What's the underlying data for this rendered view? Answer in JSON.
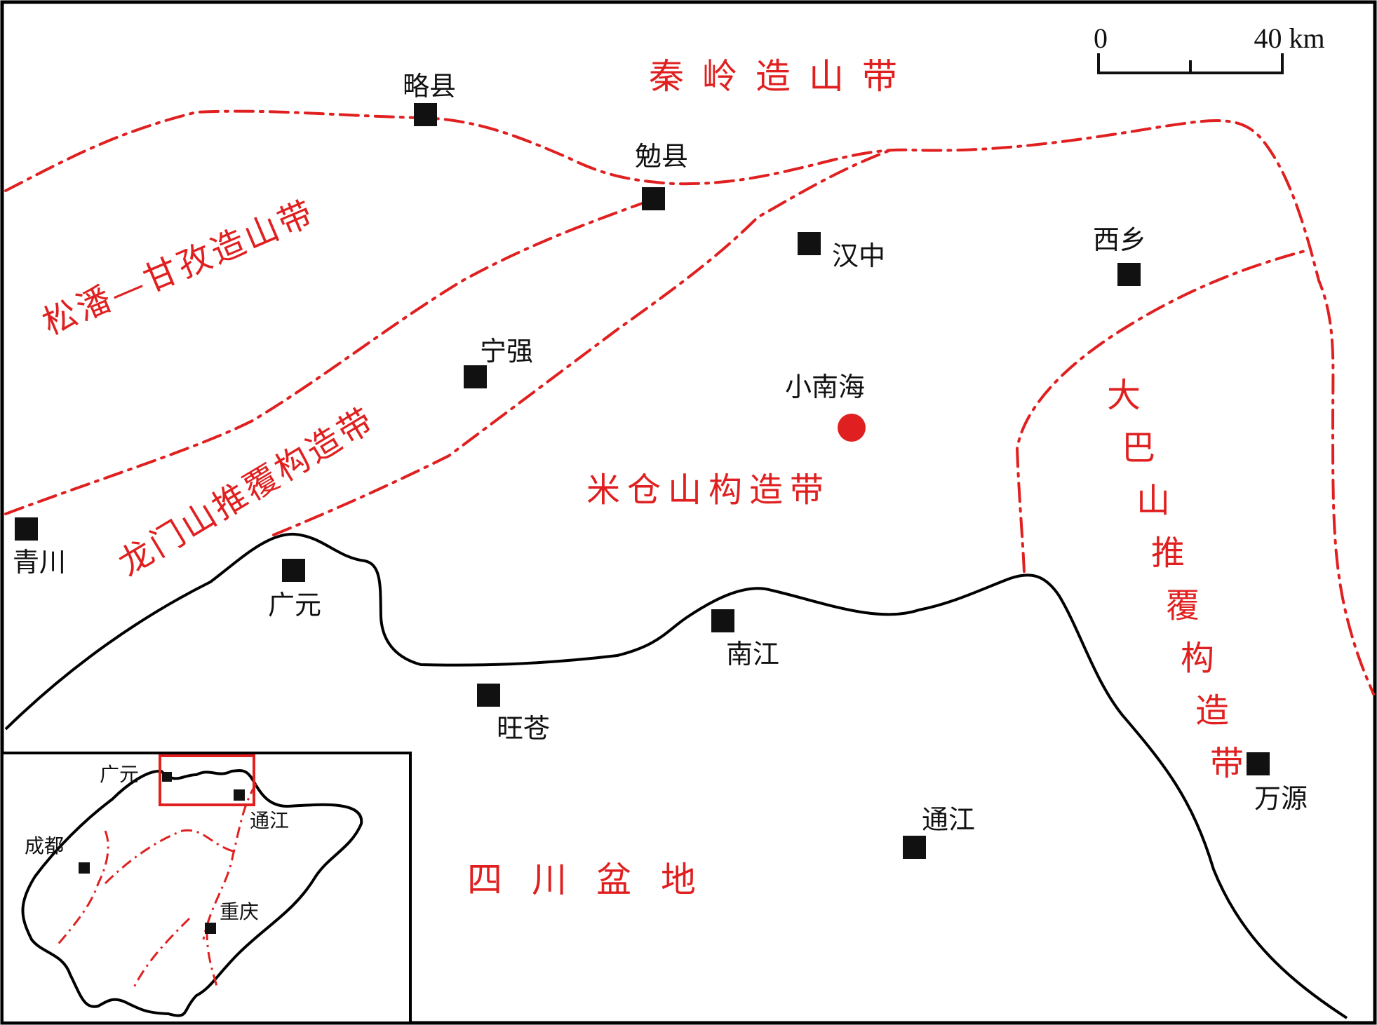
{
  "colors": {
    "boundary": "#e02020",
    "city": "#111111",
    "site": "#e02020"
  },
  "regions": {
    "qinling": "秦岭造山带",
    "songpan": "松潘—甘孜造山带",
    "longmen": "龙门山推覆构造带",
    "micang": "米仓山构造带",
    "daba": "大巴山推覆构造带",
    "sichuan": "四川盆地"
  },
  "cities": {
    "lue": "略县",
    "mian": "勉县",
    "hanzhong": "汉中",
    "xixiang": "西乡",
    "ningqiang": "宁强",
    "qingchuan": "青川",
    "guangyuan": "广元",
    "nanjiang": "南江",
    "wangcang": "旺苍",
    "wanyuan": "万源",
    "tongjiang": "通江"
  },
  "site": {
    "label": "小南海"
  },
  "scale_bar": {
    "start": "0",
    "end": "40 km"
  },
  "inset": {
    "guangyuan": "广元",
    "tongjiang": "通江",
    "chengdu": "成都",
    "chongqing": "重庆"
  }
}
